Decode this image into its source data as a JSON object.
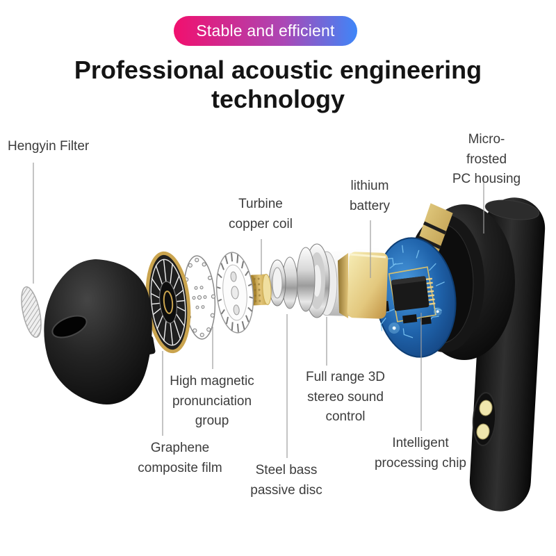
{
  "page": {
    "background": "#ffffff"
  },
  "badge": {
    "text": "Stable and efficient",
    "colors": {
      "gradient_start": "#f1106e",
      "gradient_end": "#3e86f8",
      "text": "#ffffff"
    }
  },
  "title": {
    "text": "Professional acoustic engineering technology",
    "color": "#141414"
  },
  "diagram": {
    "subject": "wireless earbud exploded view",
    "label_color": "#3c3c3c",
    "leader_line_color": "#9c9c9c",
    "artwork_colors": {
      "earbud_black": "#161616",
      "gold": "#d9b85f",
      "pcb_blue": "#2a6fb5",
      "chrome": "#c9c9c9",
      "contact_gold": "#efe6ad"
    },
    "labels": [
      {
        "id": "hengyin-filter",
        "text": "Hengyin Filter"
      },
      {
        "id": "micro-frosted-pc-housing",
        "text": "Micro-frosted\nPC housing"
      },
      {
        "id": "turbine-copper-coil",
        "text": "Turbine\ncopper coil"
      },
      {
        "id": "lithium-battery",
        "text": "lithium\nbattery"
      },
      {
        "id": "high-magnetic-pronunciation-group",
        "text": "High magnetic\npronunciation\ngroup"
      },
      {
        "id": "full-range-3d-stereo-sound-control",
        "text": "Full range 3D\nstereo sound\ncontrol"
      },
      {
        "id": "graphene-composite-film",
        "text": "Graphene\ncomposite film"
      },
      {
        "id": "steel-bass-passive-disc",
        "text": "Steel bass\npassive disc"
      },
      {
        "id": "intelligent-processing-chip",
        "text": "Intelligent\nprocessing chip"
      }
    ]
  }
}
